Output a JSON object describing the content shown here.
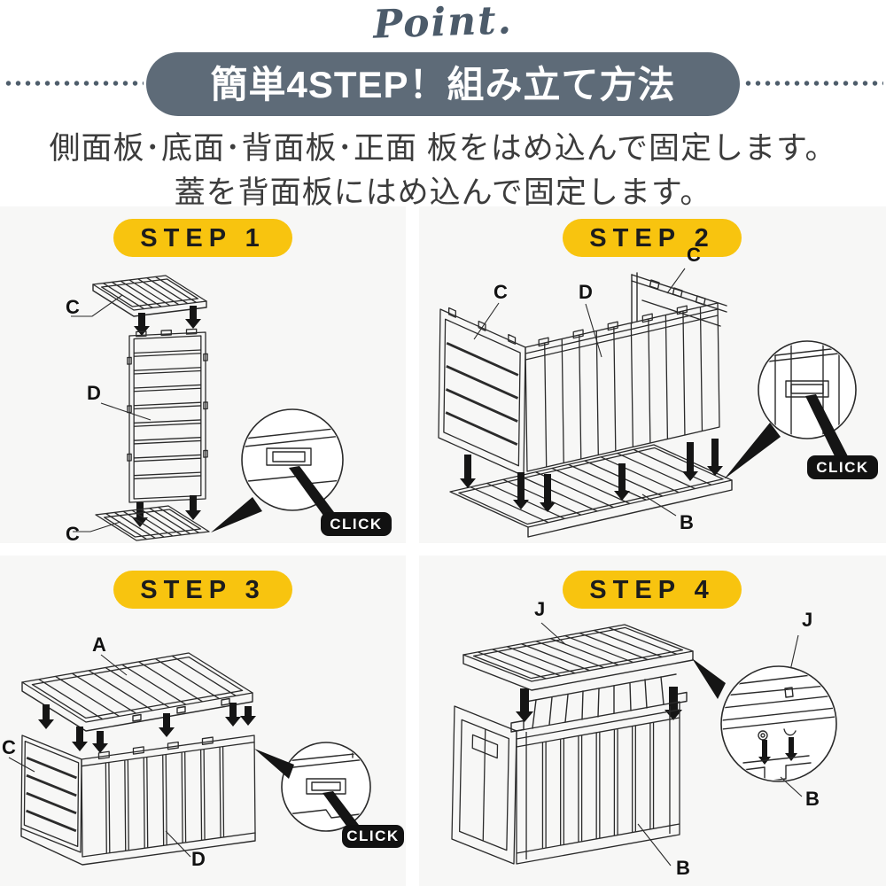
{
  "header": {
    "script_text": "Point.",
    "banner_title": "簡単4STEP！組み立て方法",
    "subtitle_line1": "側面板･底面･背面板･正面 板をはめ込んで固定します。",
    "subtitle_line2": "蓋を背面板にはめ込んで固定します。"
  },
  "colors": {
    "banner_gray": "#5e6b78",
    "script_gray": "#4c5b6a",
    "badge_yellow": "#f8c40f",
    "card_bg": "#f7f7f6",
    "ink": "#2b2b2b",
    "click_bg": "#121212",
    "click_text": "#ffffff"
  },
  "steps": [
    {
      "badge": "STEP 1",
      "click": "CLICK",
      "labels": {
        "c_top": "C",
        "d": "D",
        "c_bottom": "C"
      }
    },
    {
      "badge": "STEP 2",
      "click": "CLICK",
      "labels": {
        "c_left": "C",
        "d": "D",
        "c_right": "C",
        "b": "B"
      }
    },
    {
      "badge": "STEP 3",
      "click": "CLICK",
      "labels": {
        "a": "A",
        "c": "C",
        "d": "D"
      }
    },
    {
      "badge": "STEP 4",
      "labels": {
        "j_left": "J",
        "j_right": "J",
        "b_slot": "B",
        "b_front": "B"
      }
    }
  ]
}
